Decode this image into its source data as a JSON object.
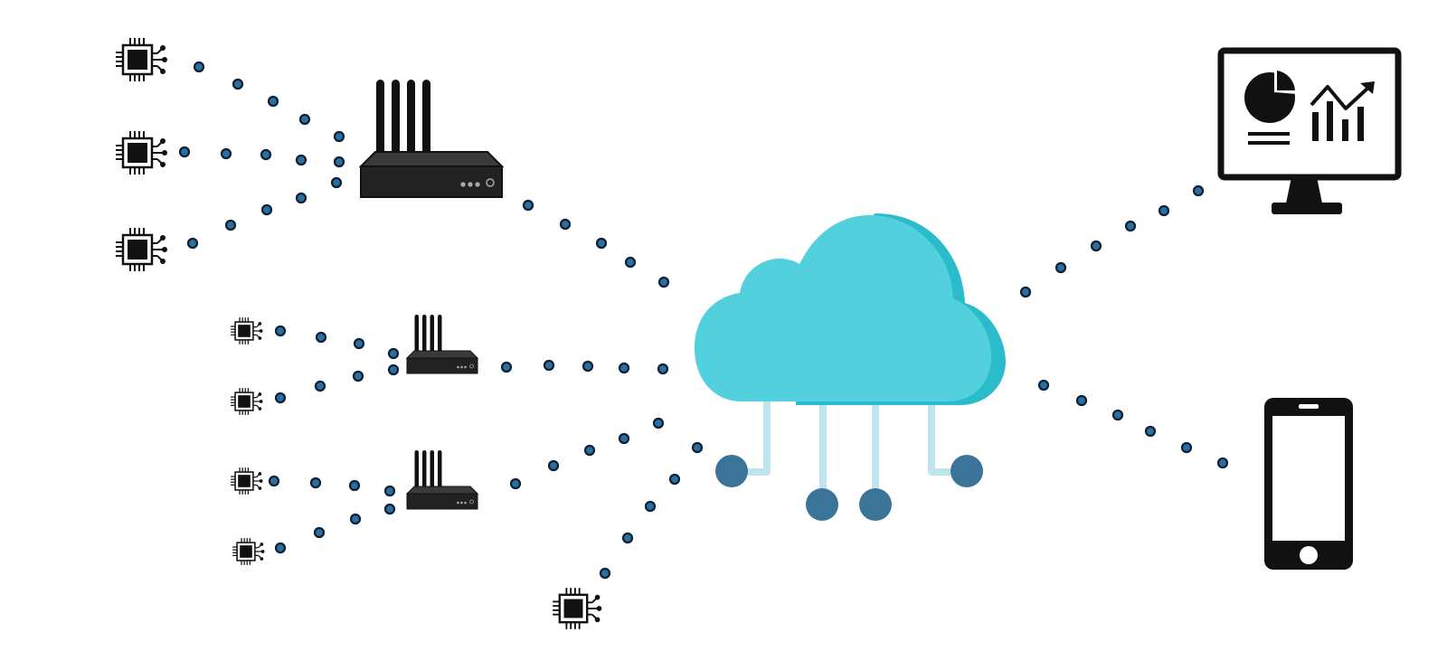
{
  "diagram": {
    "type": "iot-network",
    "nodes": {
      "sensors": [
        {
          "id": "sensor-1",
          "icon": "chip-icon",
          "tier": "large"
        },
        {
          "id": "sensor-2",
          "icon": "chip-icon",
          "tier": "large"
        },
        {
          "id": "sensor-3",
          "icon": "chip-icon",
          "tier": "large"
        },
        {
          "id": "sensor-4",
          "icon": "chip-icon",
          "tier": "small"
        },
        {
          "id": "sensor-5",
          "icon": "chip-icon",
          "tier": "small"
        },
        {
          "id": "sensor-6",
          "icon": "chip-icon",
          "tier": "small"
        },
        {
          "id": "sensor-7",
          "icon": "chip-icon",
          "tier": "small"
        },
        {
          "id": "sensor-8",
          "icon": "chip-icon",
          "tier": "small"
        }
      ],
      "gateways": [
        {
          "id": "gateway-1",
          "icon": "router-icon",
          "antennas": 4
        },
        {
          "id": "gateway-2",
          "icon": "router-icon",
          "antennas": 4
        },
        {
          "id": "gateway-3",
          "icon": "router-icon",
          "antennas": 4
        }
      ],
      "cloud": {
        "id": "cloud",
        "icon": "cloud-icon",
        "connectors": 4
      },
      "clients": [
        {
          "id": "dashboard",
          "icon": "monitor-dashboard-icon"
        },
        {
          "id": "phone",
          "icon": "smartphone-icon"
        }
      ]
    },
    "links": [
      {
        "from": "sensor-1",
        "to": "gateway-1"
      },
      {
        "from": "sensor-2",
        "to": "gateway-1"
      },
      {
        "from": "sensor-3",
        "to": "gateway-1"
      },
      {
        "from": "sensor-4",
        "to": "gateway-2"
      },
      {
        "from": "sensor-5",
        "to": "gateway-2"
      },
      {
        "from": "sensor-6",
        "to": "gateway-3"
      },
      {
        "from": "sensor-7",
        "to": "gateway-3"
      },
      {
        "from": "gateway-1",
        "to": "cloud"
      },
      {
        "from": "gateway-2",
        "to": "cloud"
      },
      {
        "from": "gateway-3",
        "to": "cloud"
      },
      {
        "from": "sensor-8",
        "to": "cloud"
      },
      {
        "from": "cloud",
        "to": "dashboard"
      },
      {
        "from": "cloud",
        "to": "phone"
      }
    ],
    "colors": {
      "cloud_main": "#52d0de",
      "cloud_shadow": "#2bbccc",
      "connector_line": "#bfe5ec",
      "connector_node": "#3b7499",
      "link_dot_fill": "#2a6fa0",
      "link_dot_stroke": "#0c1f33",
      "device": "#111111"
    }
  }
}
